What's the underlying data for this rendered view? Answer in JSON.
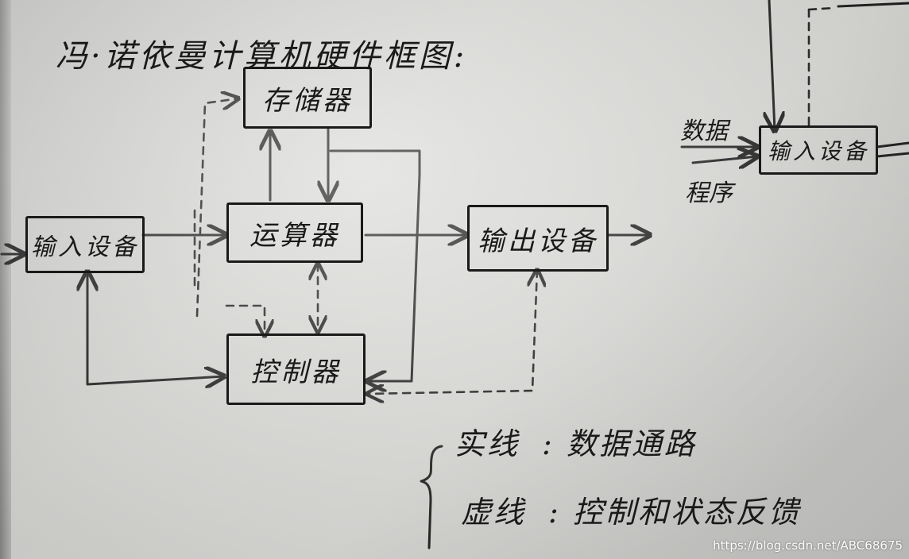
{
  "diagram": {
    "title": "冯·诺依曼计算机硬件框图:",
    "nodes": {
      "memory": "存储器",
      "alu": "运算器",
      "control": "控制器",
      "input": "输入设备",
      "output": "输出设备",
      "input_right": "输入设备"
    },
    "side_labels": {
      "data": "数据",
      "program": "程序"
    },
    "legend": {
      "solid_term": "实线",
      "solid_meaning": ": 数据通路",
      "dashed_term": "虚线",
      "dashed_meaning": ": 控制和状态反馈"
    }
  },
  "colors": {
    "ink": "#1a1a1a",
    "paper": "#d9d9d6"
  },
  "watermark": "https://blog.csdn.net/ABC68675"
}
